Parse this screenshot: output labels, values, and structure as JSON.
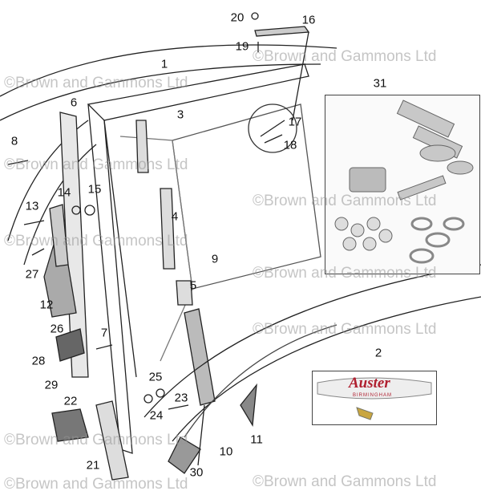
{
  "watermark": "©Brown and Gammons Ltd",
  "badge": {
    "title": "Auster",
    "subtitle": "BIRMINGHAM"
  },
  "callouts": [
    "1",
    "2",
    "3",
    "4",
    "5",
    "6",
    "7",
    "8",
    "9",
    "10",
    "11",
    "12",
    "13",
    "14",
    "15",
    "16",
    "17",
    "18",
    "19",
    "20",
    "21",
    "22",
    "23",
    "24",
    "25",
    "26",
    "27",
    "28",
    "29",
    "30",
    "31"
  ]
}
